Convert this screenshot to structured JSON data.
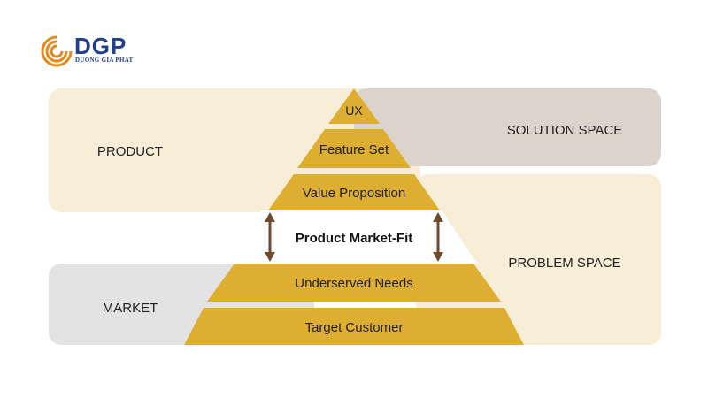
{
  "logo": {
    "name": "DGP",
    "subtitle": "DUONG GIA PHAT"
  },
  "regions": {
    "product": "PRODUCT",
    "solution_space": "SOLUTION SPACE",
    "problem_space": "PROBLEM SPACE",
    "market": "MARKET"
  },
  "pyramid": {
    "levels": [
      "UX",
      "Feature Set",
      "Value Proposition",
      "Product Market-Fit",
      "Underserved Needs",
      "Target Customer"
    ],
    "fit_level": "Product Market-Fit"
  },
  "colors": {
    "gold": "#deae33",
    "product_bg": "#f8edd6",
    "solution_bg": "#dcd3cc",
    "problem_bg": "#f8edd6",
    "market_bg": "#e3e3e3",
    "arrow": "#6b4a2e",
    "logo_blue": "#1f3f8f",
    "logo_orange": "#e48a1c"
  }
}
